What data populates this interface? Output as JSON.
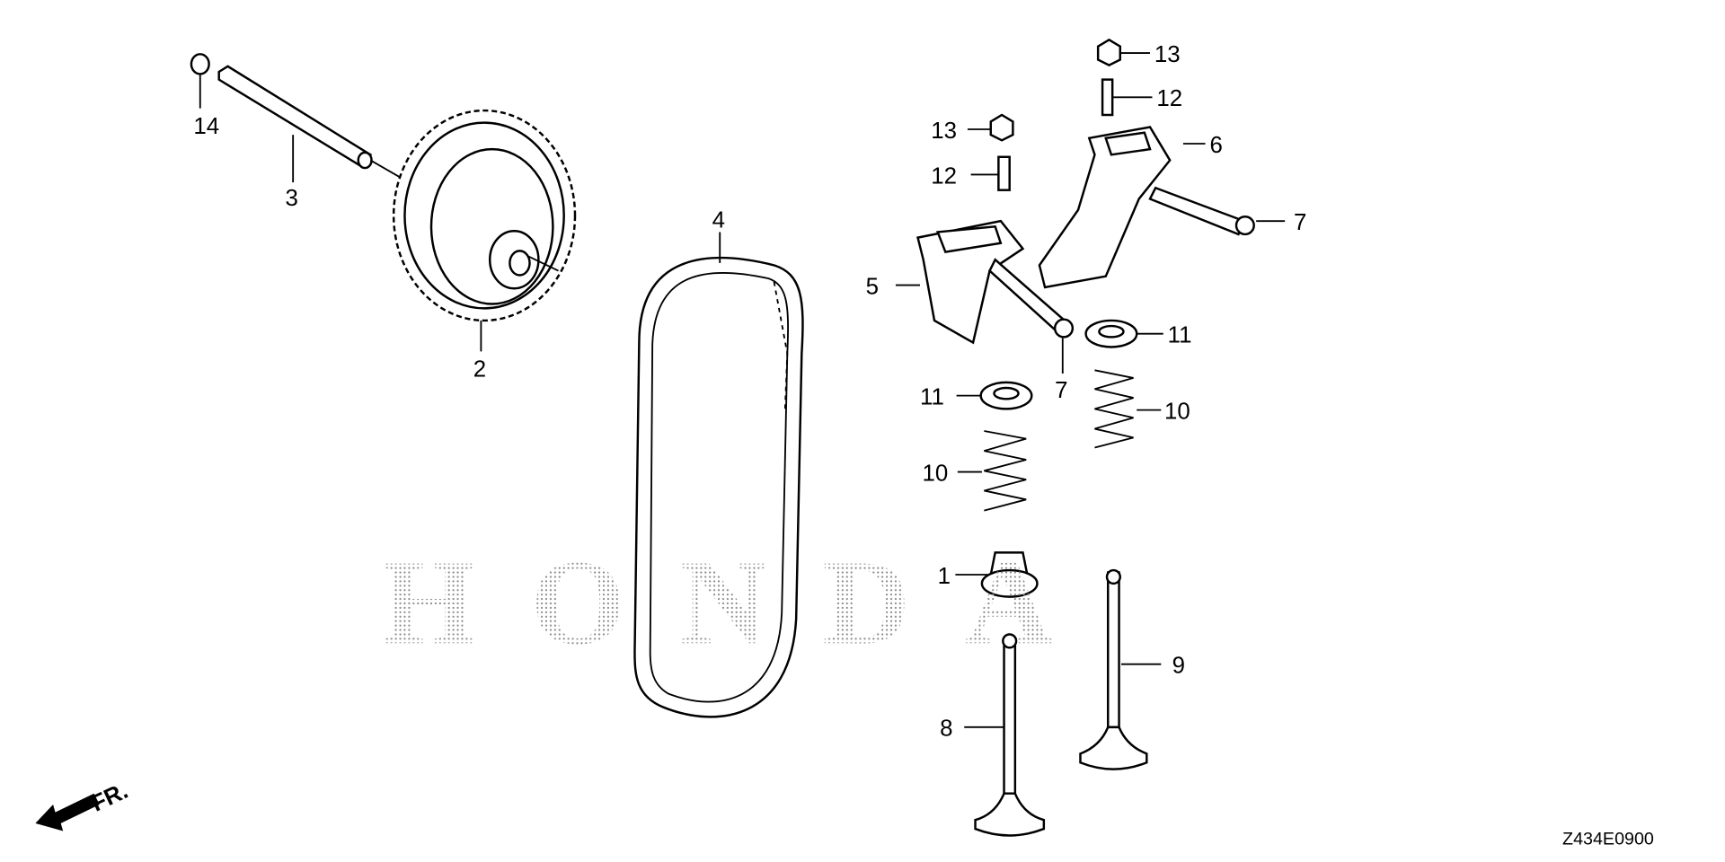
{
  "diagram": {
    "watermark": "HONDA",
    "diagram_code": "Z434E0900",
    "front_indicator": "FR.",
    "callouts": [
      "14",
      "3",
      "2",
      "4",
      "5",
      "6",
      "7",
      "7",
      "13",
      "12",
      "13",
      "12",
      "11",
      "11",
      "10",
      "10",
      "1",
      "9",
      "8"
    ]
  }
}
